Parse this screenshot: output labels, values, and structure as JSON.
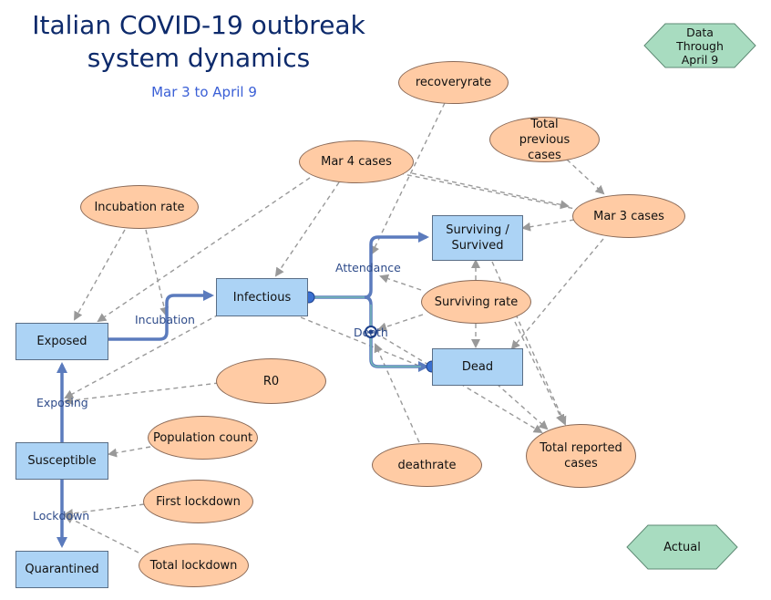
{
  "title_line1": "Italian COVID-19 outbreak",
  "title_line2": "system dynamics",
  "subtitle": "Mar 3 to April 9",
  "stocks": {
    "exposed": "Exposed",
    "infectious": "Infectious",
    "susceptible": "Susceptible",
    "quarantined": "Quarantined",
    "surviving": "Surviving / Survived",
    "dead": "Dead"
  },
  "variables": {
    "incubation_rate": "Incubation rate",
    "mar4_cases": "Mar 4 cases",
    "recoveryrate": "recoveryrate",
    "total_previous_cases": "Total previous cases",
    "mar3_cases": "Mar 3 cases",
    "surviving_rate": "Surviving rate",
    "r0": "R0",
    "population_count": "Population count",
    "deathrate": "deathrate",
    "total_reported_cases": "Total reported cases",
    "first_lockdown": "First lockdown",
    "total_lockdown": "Total lockdown"
  },
  "flows": {
    "incubation": "Incubation",
    "attendance": "Attendance",
    "death": "Death",
    "exposing": "Exposing",
    "lockdown": "Lockdown"
  },
  "data_labels": {
    "data_through": "Data Through April 9",
    "actual": "Actual"
  },
  "colors": {
    "stock_fill": "#acd3f5",
    "variable_fill": "#ffcba4",
    "data_fill": "#a8dcc0",
    "flow": "#5b7bbd",
    "connector": "#999999",
    "title": "#0d2a6b",
    "subtitle": "#3a5fd6"
  }
}
